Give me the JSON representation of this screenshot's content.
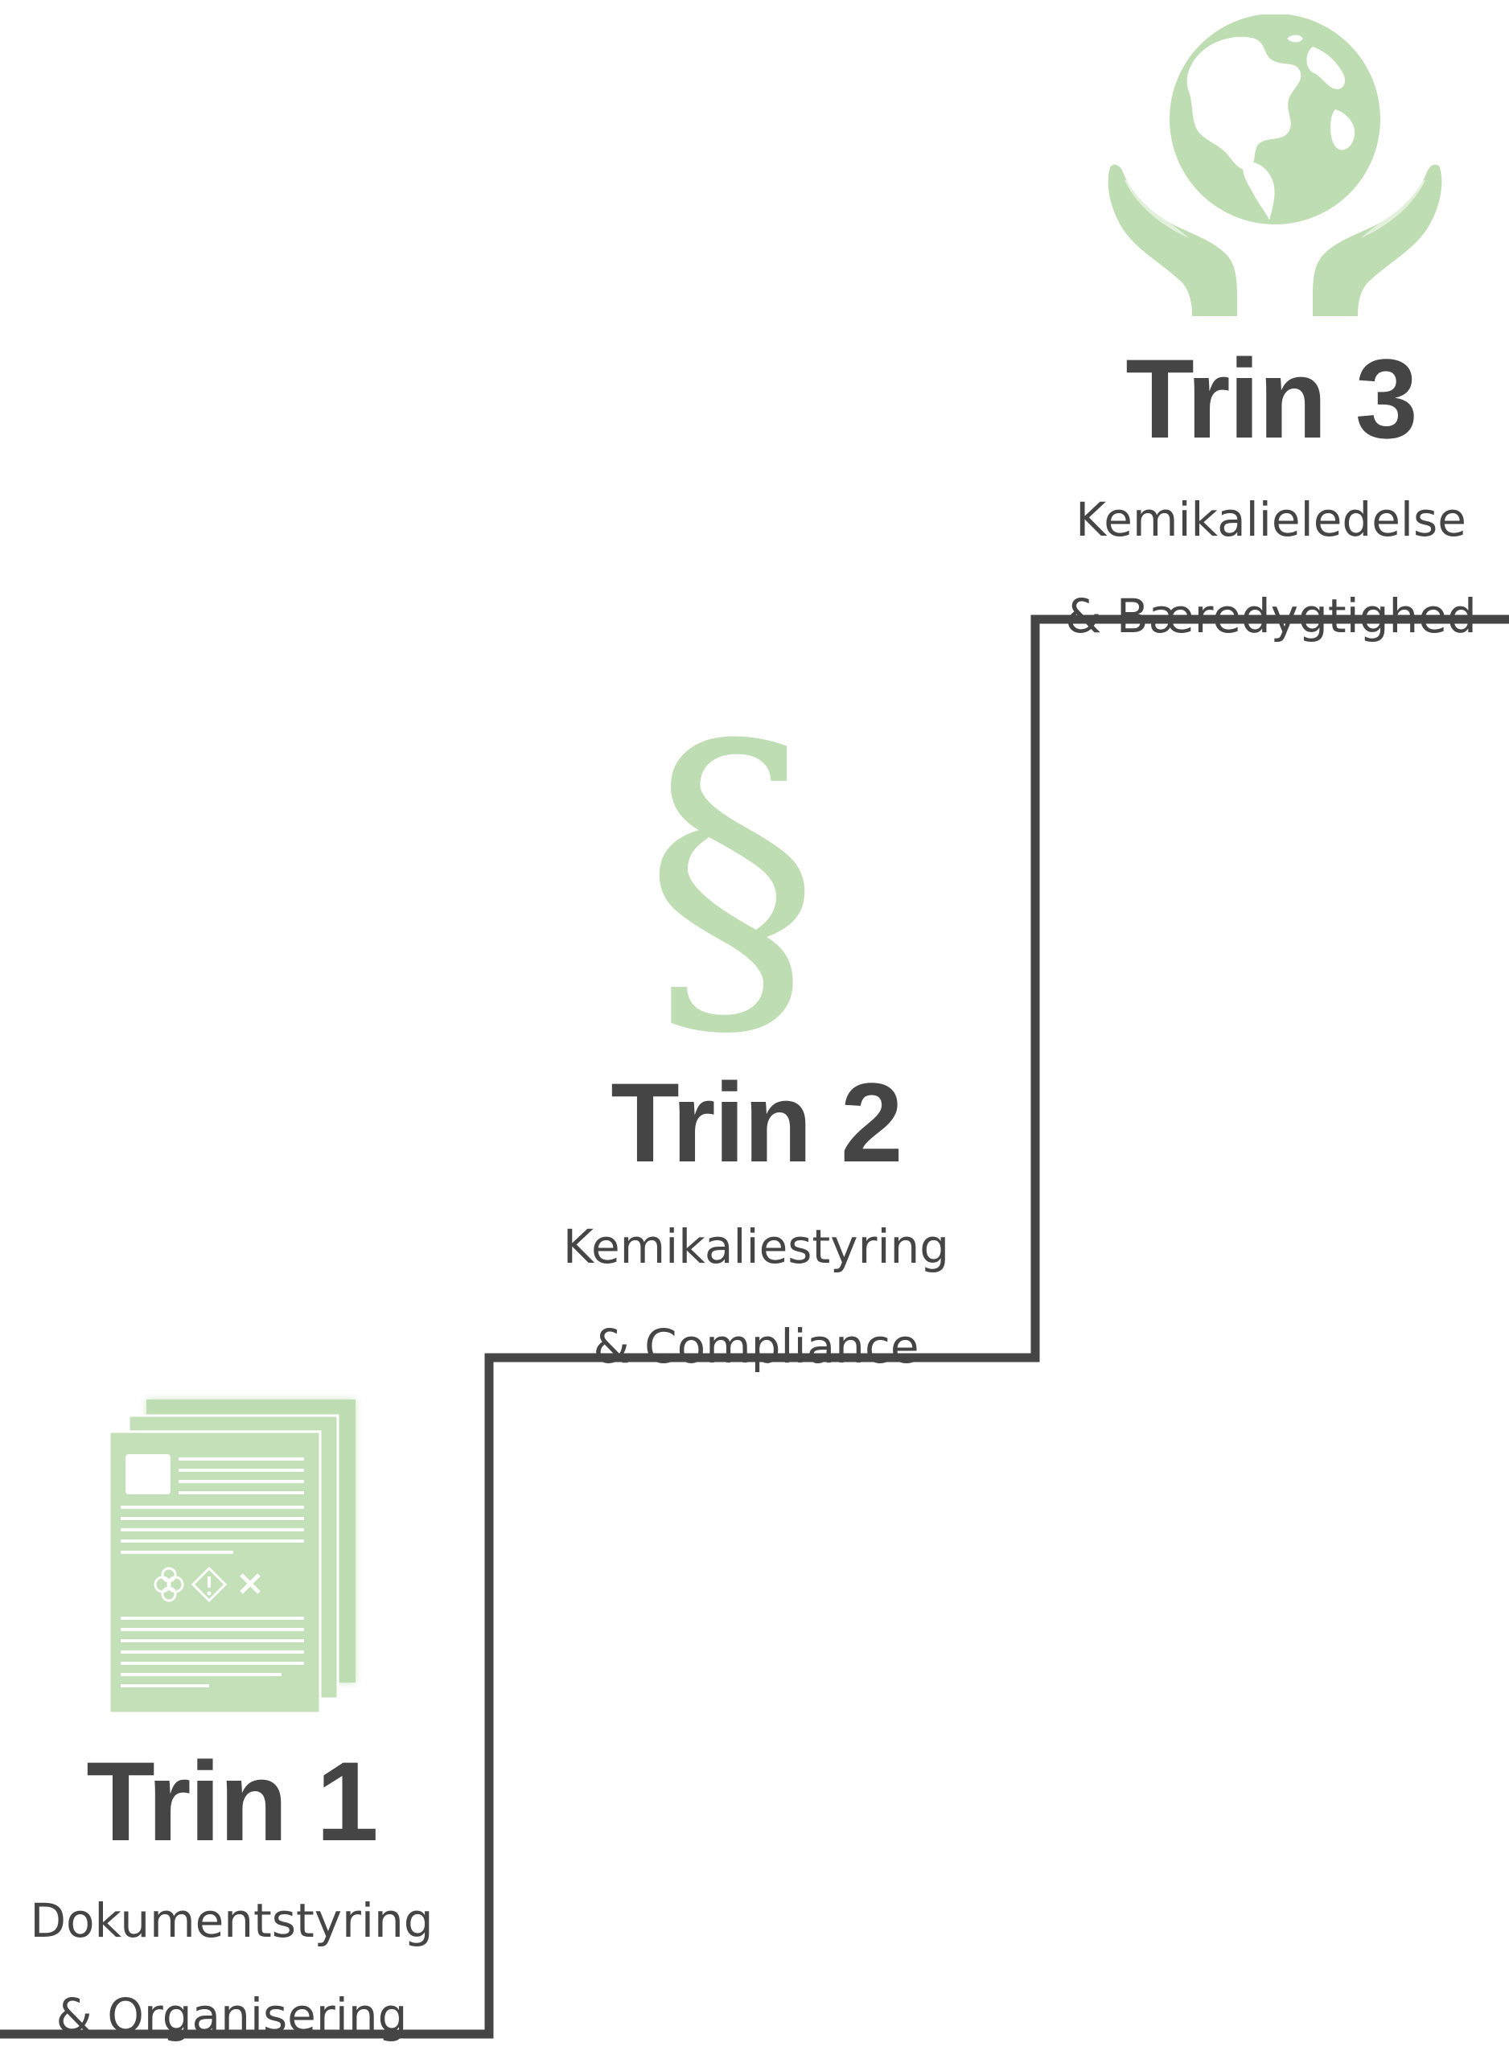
{
  "colors": {
    "accent_green": "#bfddb2",
    "text": "#454545",
    "stair_line": "#454545",
    "background": "#ffffff"
  },
  "steps": [
    {
      "title": "Trin 1",
      "subtitle_line1": "Dokumentstyring",
      "subtitle_line2": "& Organisering",
      "icon": "document-stack-icon"
    },
    {
      "title": "Trin 2",
      "subtitle_line1": "Kemikaliestyring",
      "subtitle_line2": "& Compliance",
      "icon": "section-sign-icon",
      "icon_glyph": "§"
    },
    {
      "title": "Trin 3",
      "subtitle_line1": "Kemikalieledelse",
      "subtitle_line2": "& Bæredygtighed",
      "icon": "globe-in-hands-icon"
    }
  ]
}
